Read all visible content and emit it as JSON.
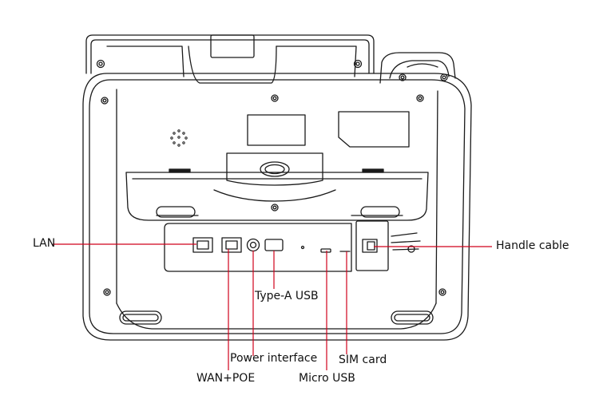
{
  "labels": {
    "lan": "LAN",
    "handle_cable": "Handle cable",
    "type_a_usb": "Type-A USB",
    "power_interface": "Power interface",
    "sim_card": "SIM card",
    "wan_poe": "WAN+POE",
    "micro_usb": "Micro USB"
  },
  "colors": {
    "outline": "#1a1a1a",
    "leader": "#d0021b",
    "background": "#ffffff"
  }
}
